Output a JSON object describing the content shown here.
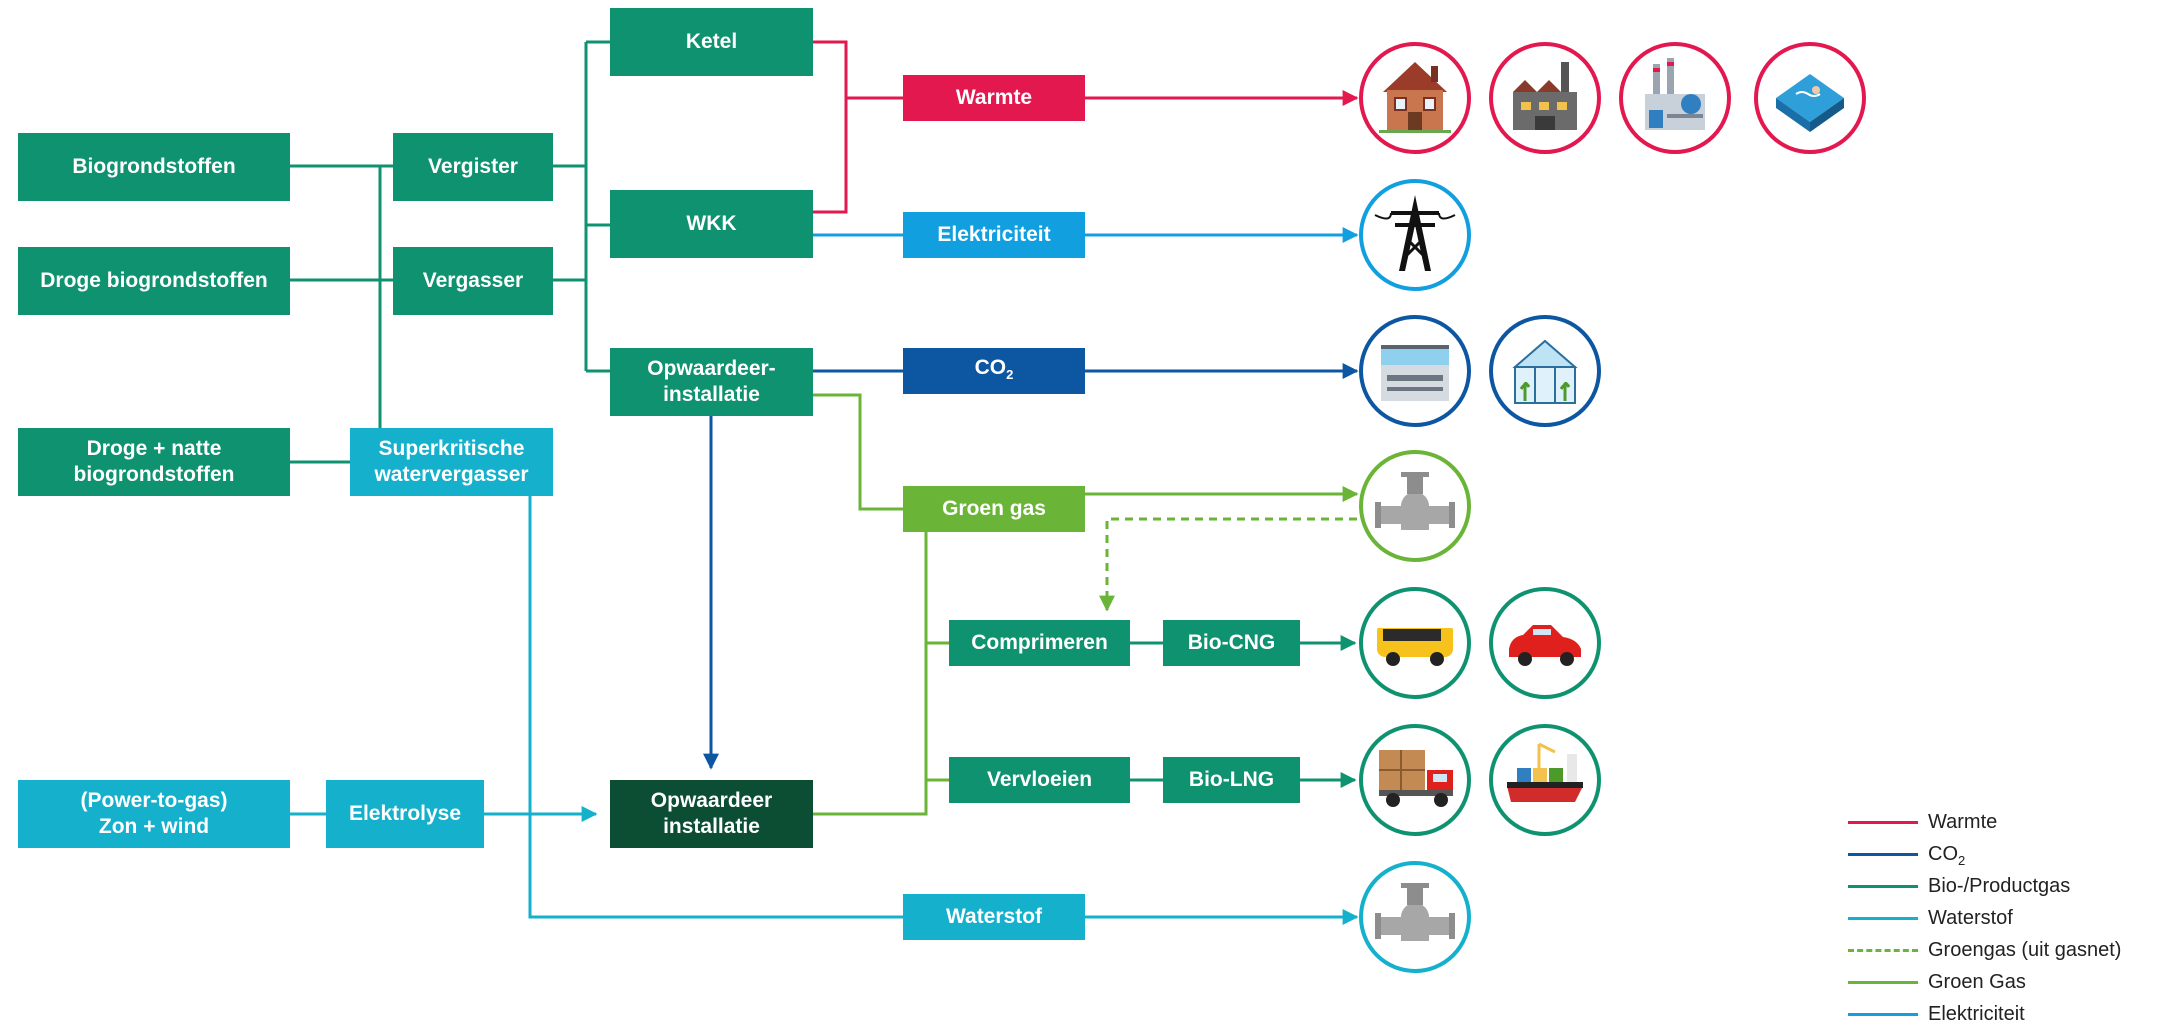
{
  "nodes": {
    "biogrondstoffen": {
      "lines": [
        "Biogrondstoffen"
      ]
    },
    "droge_biogrondstoffen": {
      "lines": [
        "Droge biogrondstoffen"
      ]
    },
    "droge_natte": {
      "lines": [
        "Droge + natte",
        "biogrondstoffen"
      ]
    },
    "power_to_gas": {
      "lines": [
        "(Power-to-gas)",
        "Zon + wind"
      ]
    },
    "vergister": {
      "lines": [
        "Vergister"
      ]
    },
    "vergasser": {
      "lines": [
        "Vergasser"
      ]
    },
    "superkritische": {
      "lines": [
        "Superkritische",
        "watervergasser"
      ]
    },
    "elektrolyse": {
      "lines": [
        "Elektrolyse"
      ]
    },
    "ketel": {
      "lines": [
        "Ketel"
      ]
    },
    "wkk": {
      "lines": [
        "WKK"
      ]
    },
    "opwaardeer_1": {
      "lines": [
        "Opwaardeer-",
        "installatie"
      ]
    },
    "opwaardeer_2": {
      "lines": [
        "Opwaardeer",
        "installatie"
      ]
    },
    "warmte": {
      "lines": [
        "Warmte"
      ]
    },
    "elektriciteit": {
      "lines": [
        "Elektriciteit"
      ]
    },
    "co2": {
      "main": "CO",
      "sub": "2"
    },
    "groen_gas": {
      "lines": [
        "Groen gas"
      ]
    },
    "comprimeren": {
      "lines": [
        "Comprimeren"
      ]
    },
    "vervloeien": {
      "lines": [
        "Vervloeien"
      ]
    },
    "bio_cng": {
      "lines": [
        "Bio-CNG"
      ]
    },
    "bio_lng": {
      "lines": [
        "Bio-LNG"
      ]
    },
    "waterstof": {
      "lines": [
        "Waterstof"
      ]
    }
  },
  "icons": [
    {
      "name": "house-icon",
      "ring": "#e2184f"
    },
    {
      "name": "factory-icon",
      "ring": "#e2184f"
    },
    {
      "name": "industrial-plant-icon",
      "ring": "#e2184f"
    },
    {
      "name": "heated-pool-icon",
      "ring": "#e2184f"
    },
    {
      "name": "power-pylon-icon",
      "ring": "#129fe0"
    },
    {
      "name": "refrigerated-counter-icon",
      "ring": "#0d56a2"
    },
    {
      "name": "greenhouse-icon",
      "ring": "#0d56a2"
    },
    {
      "name": "gas-pipe-icon",
      "ring": "#6ab537"
    },
    {
      "name": "bus-icon",
      "ring": "#0f9270"
    },
    {
      "name": "car-icon",
      "ring": "#0f9270"
    },
    {
      "name": "truck-icon",
      "ring": "#0f9270"
    },
    {
      "name": "cargo-ship-icon",
      "ring": "#0f9270"
    },
    {
      "name": "hydrogen-pipe-icon",
      "ring": "#14b0cc"
    }
  ],
  "legend": [
    {
      "label": "Warmte",
      "color": "#e2184f",
      "style": "solid"
    },
    {
      "label": "CO",
      "sub": "2",
      "color": "#0d56a2",
      "style": "solid"
    },
    {
      "label": "Bio-/Productgas",
      "color": "#0f9270",
      "style": "solid"
    },
    {
      "label": "Waterstof",
      "color": "#14b0cc",
      "style": "solid"
    },
    {
      "label": "Groengas (uit gasnet)",
      "color": "#6ab537",
      "style": "dashed"
    },
    {
      "label": "Groen Gas",
      "color": "#6ab537",
      "style": "solid"
    },
    {
      "label": "Elektriciteit",
      "color": "#129fe0",
      "style": "solid"
    }
  ],
  "colors": {
    "warmte": "#e2184f",
    "co2": "#0d56a2",
    "bio_productgas": "#0f9270",
    "waterstof": "#14b0cc",
    "groengas_gasnet": "#6ab537",
    "groen_gas": "#6ab537",
    "elektriciteit": "#129fe0",
    "installatie_dark": "#0c4e33"
  }
}
